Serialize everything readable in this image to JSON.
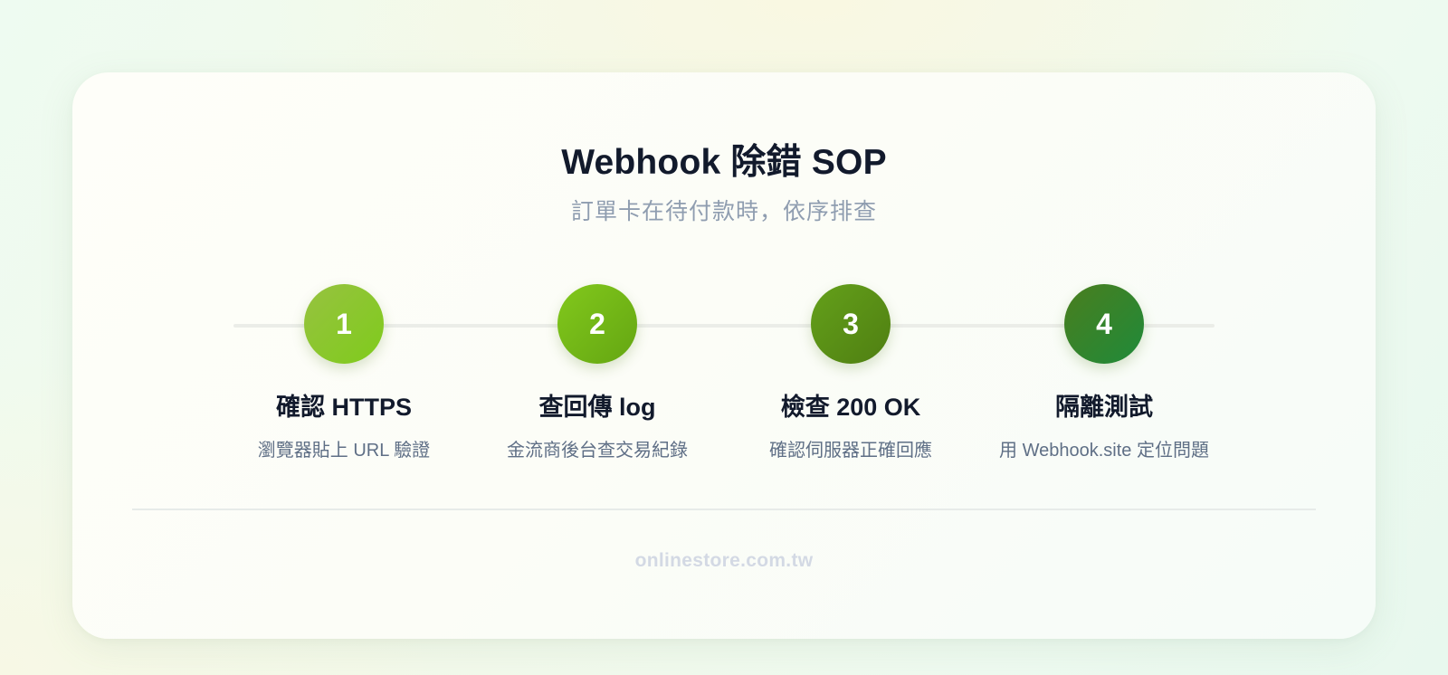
{
  "card": {
    "title": "Webhook 除錯 SOP",
    "subtitle": "訂單卡在待付款時，依序排查",
    "footer": "onlinestore.com.tw"
  },
  "steps": [
    {
      "number": "1",
      "title": "確認 HTTPS",
      "description": "瀏覽器貼上 URL 驗證",
      "gradient_from": "#97c240",
      "gradient_to": "#7fcb1c"
    },
    {
      "number": "2",
      "title": "查回傳 log",
      "description": "金流商後台查交易紀錄",
      "gradient_from": "#82c81c",
      "gradient_to": "#64a612"
    },
    {
      "number": "3",
      "title": "檢查 200 OK",
      "description": "確認伺服器正確回應",
      "gradient_from": "#64a01a",
      "gradient_to": "#4f7f12"
    },
    {
      "number": "4",
      "title": "隔離測試",
      "description": "用 Webhook.site 定位問題",
      "gradient_from": "#4a7e1e",
      "gradient_to": "#1f8a3a"
    }
  ],
  "colors": {
    "title": "#121a2c",
    "subtitle": "#8f9db0",
    "description": "#5f6f86",
    "footer": "#d3d9e4",
    "track": "#ebede8"
  }
}
